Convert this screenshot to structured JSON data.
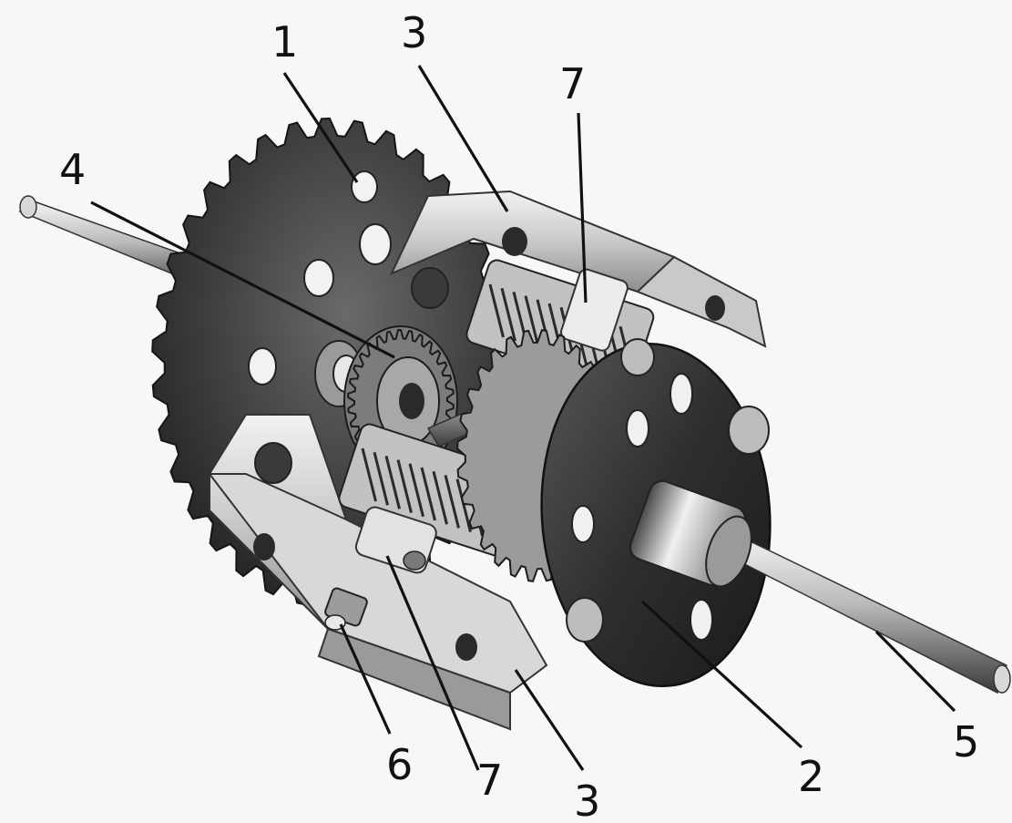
{
  "figure": {
    "subject": "differential gear assembly",
    "colors": {
      "background": "#f7f7f5",
      "metal_dark": "#2c2c2c",
      "metal_mid": "#8a8a8a",
      "metal_light": "#e6e6e6",
      "ink": "#111111"
    }
  },
  "callouts": [
    {
      "id": "c1",
      "label": "1"
    },
    {
      "id": "c3a",
      "label": "3"
    },
    {
      "id": "c7a",
      "label": "7"
    },
    {
      "id": "c4",
      "label": "4"
    },
    {
      "id": "c6",
      "label": "6"
    },
    {
      "id": "c7b",
      "label": "7"
    },
    {
      "id": "c3b",
      "label": "3"
    },
    {
      "id": "c2",
      "label": "2"
    },
    {
      "id": "c5",
      "label": "5"
    }
  ]
}
